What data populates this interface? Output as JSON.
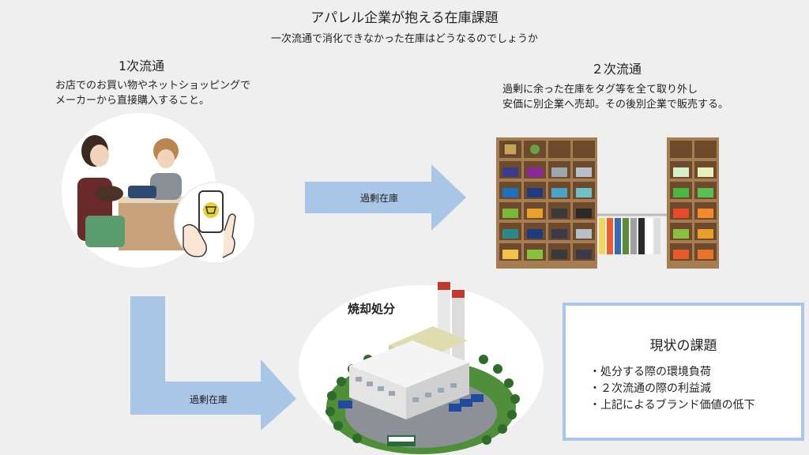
{
  "header": {
    "title": "アパレル企業が抱える在庫課題",
    "subtitle": "一次流通で消化できなかった在庫はどうなるのでしょうか"
  },
  "primary": {
    "heading": "1次流通",
    "lines": [
      "お店でのお買い物やネットショッピングで",
      "メーカーから直接購入すること。"
    ]
  },
  "secondary": {
    "heading": "２次流通",
    "lines": [
      "過剰に余った在庫をタグ等を全て取り外し",
      "安価に別企業へ売却。その後別企業で販売する。"
    ]
  },
  "arrows": {
    "right_label": "過剰在庫",
    "down_label": "過剰在庫"
  },
  "incineration": {
    "label": "焼却処分"
  },
  "issues": {
    "title": "現状の課題",
    "items": [
      "・処分する際の環境負荷",
      "・２次流通の際の利益減",
      "・上記によるブランド価値の低下"
    ]
  },
  "colors": {
    "arrow": "#a9c6e6",
    "shelf": "#a67c52",
    "background": "#efefef"
  }
}
